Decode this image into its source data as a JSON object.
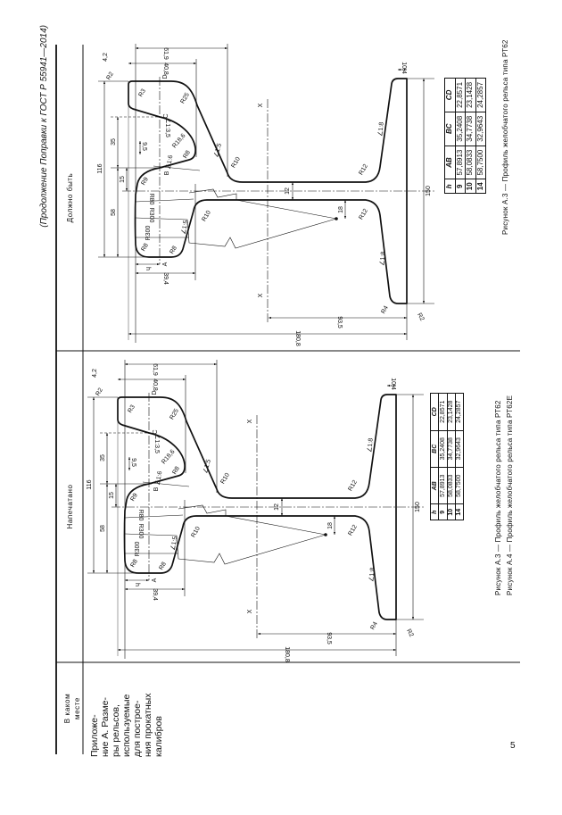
{
  "page_header": "(Продолжение Поправки к ГОСТ Р 55941—2014)",
  "table_headers": {
    "where": [
      "В каком",
      "месте"
    ],
    "printed": "Напечатано",
    "should_be": "Должно быть"
  },
  "location_lines": [
    "Приложе-",
    "ние А. Разме-",
    "ры рельсов,",
    "используемые",
    "для построе-",
    "ния прокатных",
    "калибров"
  ],
  "drawing": {
    "labels": [
      "4,2",
      "R2",
      "61,9",
      "40,8",
      "D",
      "R3",
      "R25",
      "C",
      "∠1:3,5",
      "R18,6",
      "9,5",
      "R8",
      "∠1:6",
      "B",
      "R9",
      "R80",
      "R300",
      "R10",
      "∠1:5",
      "R300",
      "R8",
      "R8",
      "A",
      "h",
      "39,4",
      "116",
      "35",
      "58",
      "15",
      "∠1:5",
      "R10",
      "12",
      "18",
      "R12",
      "R12",
      "∠1:8",
      "∠1:8",
      "R4",
      "R2",
      "10,4",
      "150",
      "X",
      "X",
      "93,5",
      "180,8"
    ]
  },
  "dimensions_table": {
    "headers": [
      "h",
      "AB",
      "BC",
      "CD"
    ],
    "rows": [
      [
        "9",
        "57,8913",
        "35,2408",
        "22,8571"
      ],
      [
        "10",
        "58,0833",
        "34,7738",
        "23,1428"
      ],
      [
        "14",
        "58,7500",
        "32,9643",
        "24,2857"
      ]
    ]
  },
  "captions": {
    "printed": [
      "Рисунок А.3 — Профиль желобчатого рельса типа РТ62",
      "Рисунок А.4 — Профиль желобчатого рельса типа РТ62Е"
    ],
    "corrected": [
      "Рисунок А.3 — Профиль желобчатого рельса типа РТ62"
    ]
  },
  "page_number": "5"
}
